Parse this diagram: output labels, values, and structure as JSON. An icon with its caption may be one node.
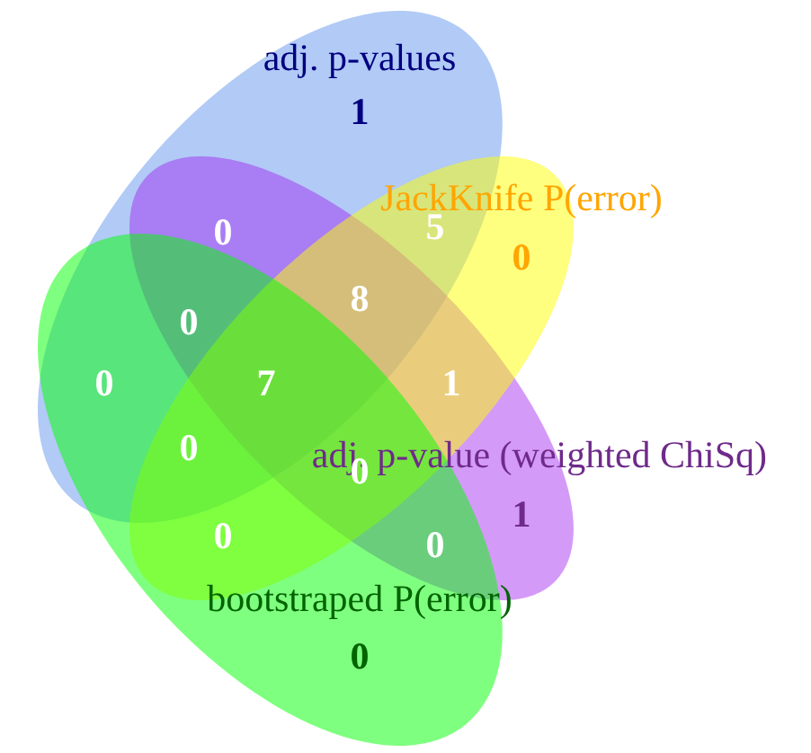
{
  "diagram": {
    "nodes": [
      {
        "text": [
          "adj. p-values",
          "1"
        ]
      },
      {
        "text": [
          "JackKnife P(error)",
          "0"
        ]
      },
      {
        "text": [
          "adj. p-value (weighted ChiSq)",
          "1"
        ]
      },
      {
        "text": [
          "bootstraped P(error)",
          "0"
        ]
      }
    ],
    "labels": [
      "0",
      "5",
      "8",
      "0",
      "0",
      "7",
      "1",
      "0",
      "0",
      "0",
      "0"
    ]
  }
}
